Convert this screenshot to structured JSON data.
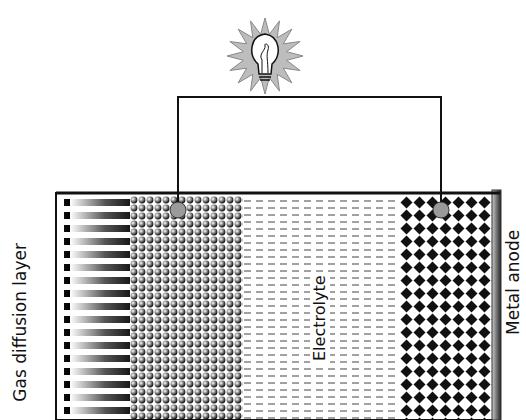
{
  "diagram": {
    "nodes": [
      {
        "text": [
          "Electrolyte"
        ]
      }
    ],
    "labels": [
      "Gas diffusion layer",
      "Metal anode"
    ]
  }
}
